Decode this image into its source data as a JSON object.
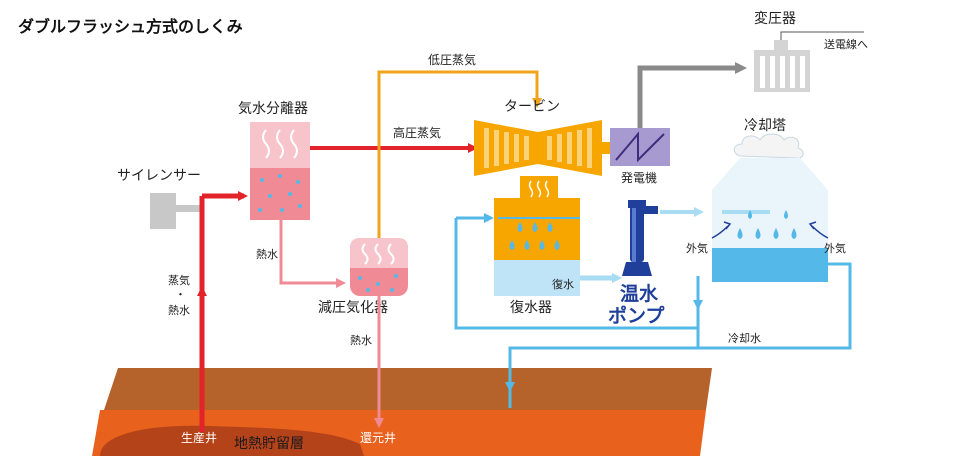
{
  "title": "ダブルフラッシュ方式のしくみ",
  "labels": {
    "silencer": "サイレンサー",
    "separator": "気水分離器",
    "flasher": "減圧気化器",
    "low_steam": "低圧蒸気",
    "high_steam": "高圧蒸気",
    "turbine": "タービン",
    "generator": "発電機",
    "transformer": "変圧器",
    "to_grid": "送電線へ",
    "cooling_tower": "冷却塔",
    "outside_air_left": "外気",
    "outside_air_right": "外気",
    "condenser": "復水器",
    "condensate": "復水",
    "hot_water_pump_1": "温水",
    "hot_water_pump_2": "ポンプ",
    "cooling_water": "冷却水",
    "hot_water_1": "熱水",
    "hot_water_2": "熱水",
    "steam_water_1": "蒸気",
    "steam_water_dot": "・",
    "steam_water_2": "熱水",
    "production_well": "生産井",
    "reservoir": "地熱貯留層",
    "injection_well": "還元井"
  },
  "colors": {
    "high_pressure_red": "#e2232a",
    "low_pressure_orange": "#f2a31c",
    "hot_water_pink": "#f08b95",
    "cooling_blue": "#54b9e8",
    "turbine_orange": "#f7a600",
    "generator_purple": "#a79ad1",
    "grid_gray": "#9a9a9a",
    "ground_brown": "#b5632a",
    "reservoir_orange": "#e8611d",
    "pump_blue": "#1f3f9a"
  }
}
